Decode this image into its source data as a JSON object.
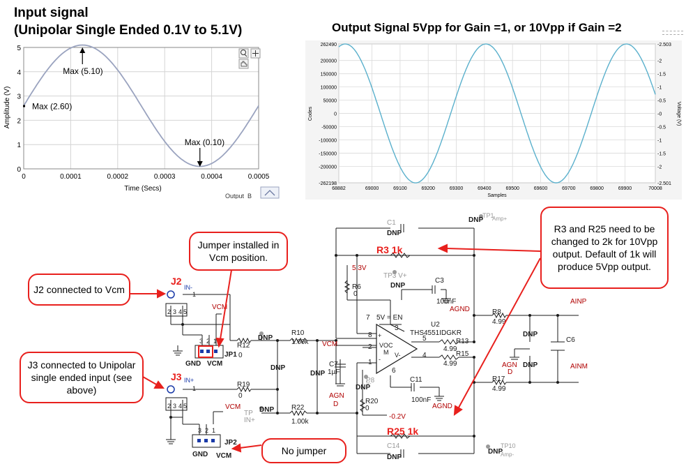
{
  "input_panel": {
    "title_line1": "Input signal",
    "title_line2": "(Unipolar Single Ended 0.1V to 5.1V)",
    "ylabel": "Amplitude (V)",
    "xlabel": "Time (Secs)",
    "legend_fragment": "Output_B",
    "yticks": [
      "0",
      "1",
      "2",
      "3",
      "4",
      "5"
    ],
    "xticks": [
      "0",
      "0.0001",
      "0.0002",
      "0.0003",
      "0.0004",
      "0.0005"
    ],
    "annotations": [
      "Max (5.10)",
      "Max (2.60)",
      "Max (0.10)"
    ]
  },
  "output_panel": {
    "title": "Output Signal 5Vpp for Gain =1, or 10Vpp if Gain =2",
    "ylabel_left": "Codes",
    "ylabel_right": "Voltage (V)",
    "xlabel": "Samples",
    "left_ticks": [
      "262490",
      "200000",
      "150000",
      "100000",
      "50000",
      "0",
      "-50000",
      "-100000",
      "-150000",
      "-200000",
      "-262198"
    ],
    "right_ticks": [
      "-2.503",
      "-2",
      "-1.5",
      "-1",
      "-0.5",
      "-0",
      "-0.5",
      "-1",
      "-1.5",
      "-2",
      "-2.501"
    ],
    "xticks": [
      "68882",
      "69000",
      "69100",
      "69200",
      "69300",
      "69400",
      "69500",
      "69600",
      "69700",
      "69800",
      "69900",
      "70008"
    ]
  },
  "chart_data": [
    {
      "type": "line",
      "title": "Input signal (Unipolar Single Ended 0.1V to 5.1V)",
      "xlabel": "Time (Secs)",
      "ylabel": "Amplitude (V)",
      "xlim": [
        0,
        0.0005
      ],
      "ylim": [
        0,
        5
      ],
      "series": [
        {
          "offset": 2.6,
          "amplitude": 2.5,
          "period": 0.0005,
          "phase_start": 0
        }
      ],
      "annotations": [
        {
          "label": "Max (5.10)",
          "x": 0.000125,
          "y": 5.1
        },
        {
          "label": "Max (2.60)",
          "x": 0,
          "y": 2.6
        },
        {
          "label": "Max (0.10)",
          "x": 0.000375,
          "y": 0.1
        }
      ],
      "grid": true,
      "color": "#9aa3bf"
    },
    {
      "type": "line",
      "title": "Output Signal 5Vpp for Gain =1, or 10Vpp if Gain =2",
      "xlabel": "Samples",
      "ylabel": "Codes",
      "ylabel_right": "Voltage (V)",
      "xlim": [
        68882,
        70008
      ],
      "ylim": [
        -262198,
        262490
      ],
      "series": [
        {
          "amplitude": 262344,
          "period": 500,
          "peak_sample": 68905
        }
      ],
      "grid": true,
      "color": "#5ab0cc"
    }
  ],
  "callouts": {
    "j2": "J2 connected to Vcm",
    "jp1": "Jumper installed in Vcm position.",
    "j3": "J3 connected to Unipolar single ended input (see above)",
    "r3r25": "R3 and R25 need to be changed to 2k for 10Vpp output.  Default of 1k will produce 5Vpp output.",
    "jp2": "No jumper"
  },
  "schematic": {
    "J2": "J2",
    "J3": "J3",
    "J2_in": "IN-",
    "J3_in": "IN+",
    "pins": [
      "1",
      "2",
      "3",
      "4",
      "5"
    ],
    "jp_pins": [
      "3",
      "2",
      "1"
    ],
    "VCM": "VCM",
    "GND": "GND",
    "JP1": "JP1",
    "JP2": "JP2",
    "R12": "R12",
    "R12v": "0",
    "R19": "R19",
    "R19v": "0",
    "R10": "R10",
    "R10v": "1.00k",
    "R22": "R22",
    "R22v": "1.00k",
    "R6": "R6",
    "R6v": "0",
    "R20": "R20",
    "R20v": "0",
    "R8": "R8",
    "R8v": "4.99",
    "R17": "R17",
    "R17v": "4.99",
    "R13": "R13",
    "R13v": "4.99",
    "R15": "R15",
    "R15v": "4.99",
    "R3": "R3 1k",
    "R25": "R25 1k",
    "C1": "C1",
    "C14": "C14",
    "C3": "C3",
    "C3v": "100nF",
    "C11": "C11",
    "C11v": "100nF",
    "C7": "C7",
    "C7v": "1µF",
    "C6": "C6",
    "DNP": "DNP",
    "TP1": "TP1",
    "TP1s": "Amp+",
    "TP3": "TP3 V+",
    "TP8": "P8",
    "TP8s": "V-",
    "TP10": "TP10",
    "TP10s": "Amp-",
    "TPin": "TP",
    "TPins": "IN+",
    "v53": "5.3V",
    "vneg": "-0.2V",
    "en": "5V = EN",
    "U2": "U2",
    "part": "THS4551IDGKR",
    "VOCM": "VOCM",
    "op_plus": "+",
    "op_minus": "-",
    "M": "M",
    "V": "V-",
    "VOC": "VOC",
    "pin7": "7",
    "pin3": "3",
    "pin8": "8",
    "pin2": "2",
    "pin1": "1",
    "pin6": "6",
    "pin5": "5",
    "pin4": "4",
    "AGND": "AGND",
    "AGN": "AGN",
    "D": "D",
    "AINP": "AINP",
    "AINM": "AINM",
    "VCMn": "VCM"
  },
  "colors": {
    "red": "#e8201d",
    "label_red": "#b00000",
    "wire": "#1a1a1a",
    "blue": "#1a3aa8",
    "grid": "#c8c8c8"
  }
}
